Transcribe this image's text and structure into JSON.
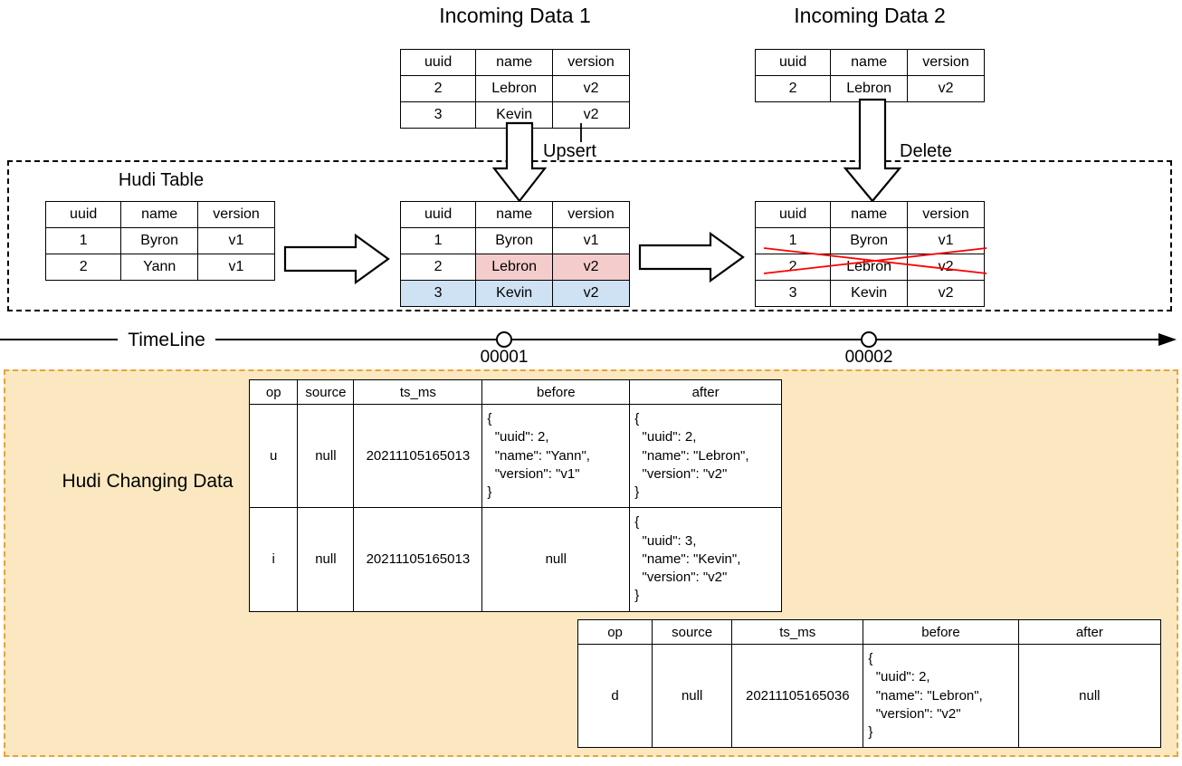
{
  "diagram": {
    "title_incoming_1": "Incoming Data 1",
    "title_incoming_2": "Incoming Data 2",
    "hudi_table_title": "Hudi Table",
    "upsert_label": "Upsert",
    "delete_label": "Delete",
    "timeline_label": "TimeLine",
    "changing_data_label": "Hudi Changing Data",
    "timeline_ticks": [
      "00001",
      "00002"
    ],
    "colors": {
      "highlight_update": "#f4cccc",
      "highlight_insert": "#cfe2f3",
      "delete_cross": "#ff0000",
      "changing_data_bg": "#fbe8c0",
      "changing_data_border": "#e8a33d"
    }
  },
  "incoming_data_1": {
    "headers": [
      "uuid",
      "name",
      "version"
    ],
    "rows": [
      [
        "2",
        "Lebron",
        "v2"
      ],
      [
        "3",
        "Kevin",
        "v2"
      ]
    ]
  },
  "incoming_data_2": {
    "headers": [
      "uuid",
      "name",
      "version"
    ],
    "rows": [
      [
        "2",
        "Lebron",
        "v2"
      ]
    ]
  },
  "hudi_table_initial": {
    "headers": [
      "uuid",
      "name",
      "version"
    ],
    "rows": [
      [
        "1",
        "Byron",
        "v1"
      ],
      [
        "2",
        "Yann",
        "v1"
      ]
    ]
  },
  "hudi_table_after_upsert": {
    "headers": [
      "uuid",
      "name",
      "version"
    ],
    "rows": [
      [
        "1",
        "Byron",
        "v1"
      ],
      [
        "2",
        "Lebron",
        "v2"
      ],
      [
        "3",
        "Kevin",
        "v2"
      ]
    ]
  },
  "hudi_table_after_delete": {
    "headers": [
      "uuid",
      "name",
      "version"
    ],
    "rows": [
      [
        "1",
        "Byron",
        "v1"
      ],
      [
        "2",
        "Lebron",
        "v2"
      ],
      [
        "3",
        "Kevin",
        "v2"
      ]
    ]
  },
  "changing_data_1": {
    "headers": [
      "op",
      "source",
      "ts_ms",
      "before",
      "after"
    ],
    "rows": [
      {
        "op": "u",
        "source": "null",
        "ts_ms": "20211105165013",
        "before": "{\n  \"uuid\": 2,\n  \"name\": \"Yann\",\n  \"version\": \"v1\"\n}",
        "after": "{\n  \"uuid\": 2,\n  \"name\": \"Lebron\",\n  \"version\": \"v2\"\n}"
      },
      {
        "op": "i",
        "source": "null",
        "ts_ms": "20211105165013",
        "before": "null",
        "after": "{\n  \"uuid\": 3,\n  \"name\": \"Kevin\",\n  \"version\": \"v2\"\n}"
      }
    ]
  },
  "changing_data_2": {
    "headers": [
      "op",
      "source",
      "ts_ms",
      "before",
      "after"
    ],
    "rows": [
      {
        "op": "d",
        "source": "null",
        "ts_ms": "20211105165036",
        "before": "{\n  \"uuid\": 2,\n  \"name\": \"Lebron\",\n  \"version\": \"v2\"\n}",
        "after": "null"
      }
    ]
  }
}
